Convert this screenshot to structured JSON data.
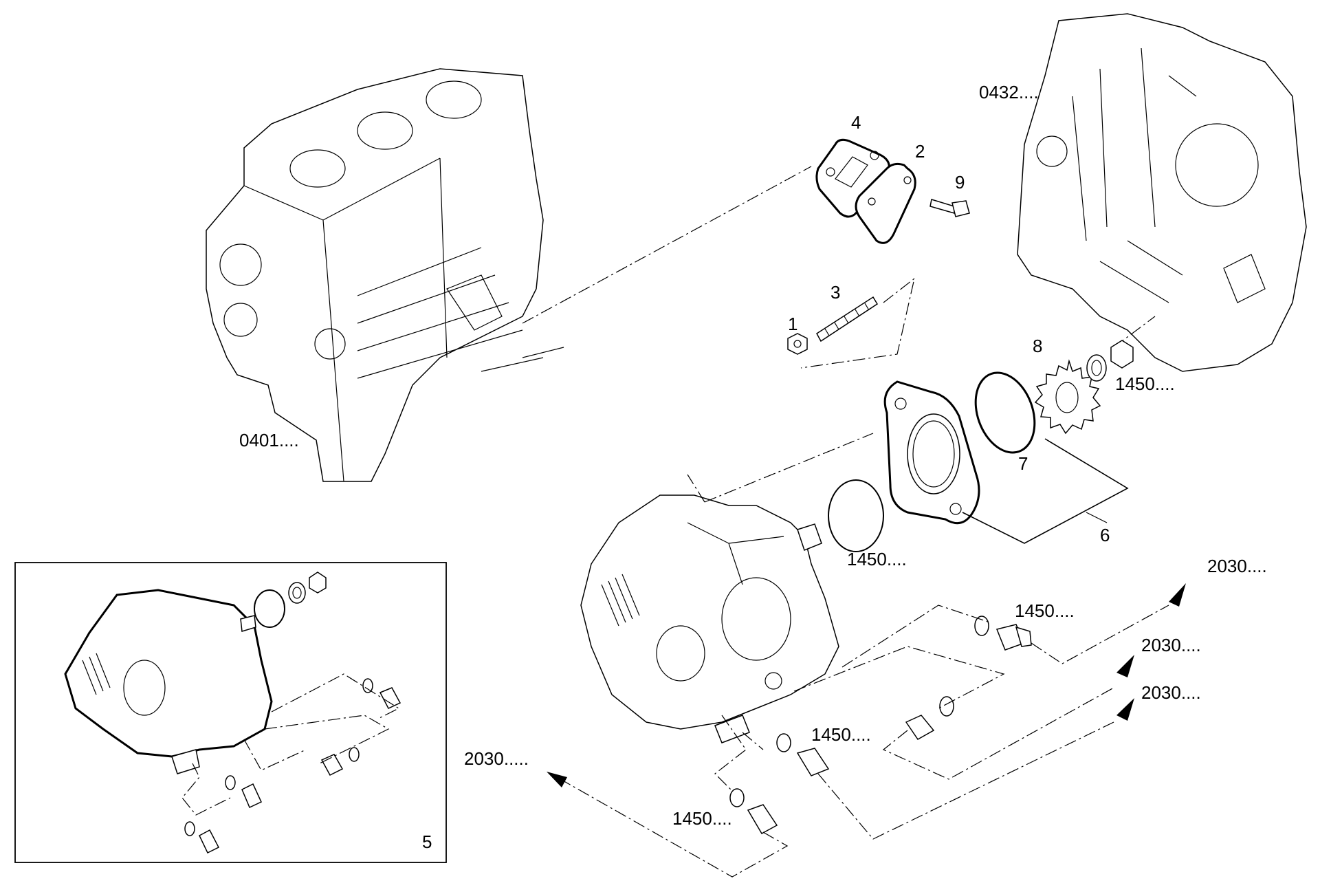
{
  "labels": {
    "block": "0401....",
    "cover": "0432....",
    "p1": "1",
    "p2": "2",
    "p3": "3",
    "p4": "4",
    "p5": "5",
    "p6": "6",
    "p7": "7",
    "p8": "8",
    "p9": "9",
    "ref1450_a": "1450....",
    "ref1450_b": "1450....",
    "ref1450_c": "1450....",
    "ref1450_d": "1450....",
    "ref1450_e": "1450....",
    "ref2030_a": "2030....",
    "ref2030_b": "2030....",
    "ref2030_c": "2030....",
    "ref2030_d": "2030....."
  }
}
